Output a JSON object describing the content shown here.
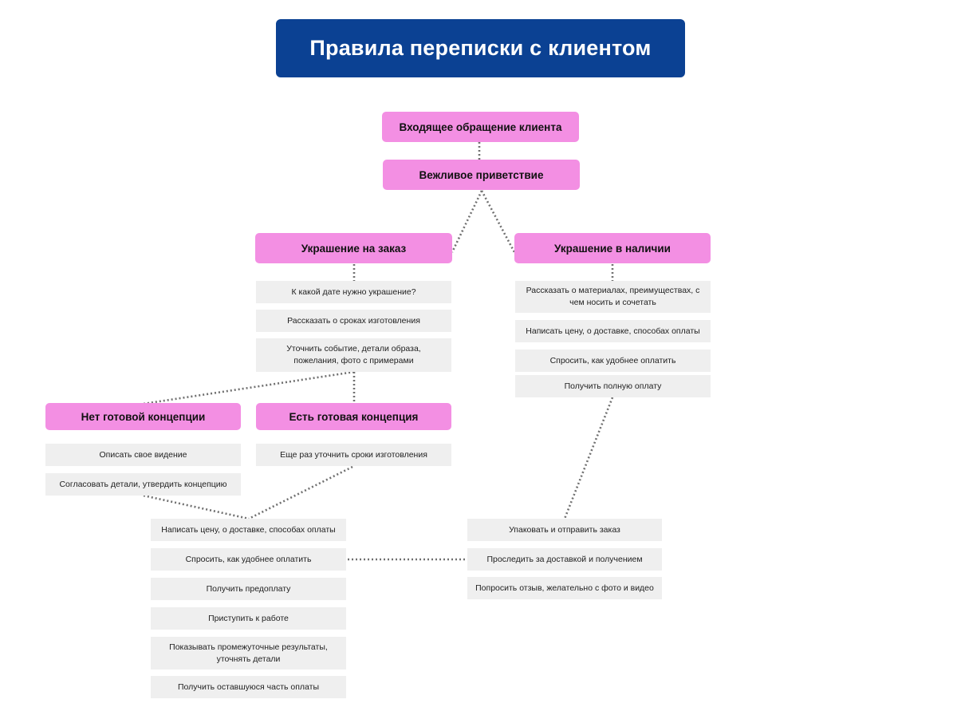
{
  "title": "Правила переписки с клиентом",
  "nodes": {
    "incoming": "Входящее обращение клиента",
    "greeting": "Вежливое приветствие",
    "custom": "Украшение на заказ",
    "in_stock": "Украшение в наличии",
    "no_concept": "Нет готовой концепции",
    "has_concept": "Есть готовая концепция"
  },
  "custom_steps": [
    "К какой дате нужно украшение?",
    "Рассказать о сроках изготовления",
    "Уточнить событие, детали образа, пожелания, фото с примерами"
  ],
  "stock_steps": [
    "Рассказать о материалах, преимуществах, с чем носить и сочетать",
    "Написать цену, о доставке, способах оплаты",
    "Спросить, как удобнее оплатить",
    "Получить полную оплату"
  ],
  "no_concept_steps": [
    "Описать свое видение",
    "Согласовать детали, утвердить концепцию"
  ],
  "has_concept_steps": [
    "Еще раз уточнить сроки изготовления"
  ],
  "work_steps": [
    "Написать цену, о доставке, способах оплаты",
    "Спросить, как удобнее оплатить",
    "Получить предоплату",
    "Приступить к работе",
    "Показывать промежуточные результаты, уточнять детали",
    "Получить оставшуюся часть оплаты"
  ],
  "final_steps": [
    "Упаковать и отправить заказ",
    "Проследить за доставкой и получением",
    "Попросить отзыв, желательно с фото и видео"
  ]
}
